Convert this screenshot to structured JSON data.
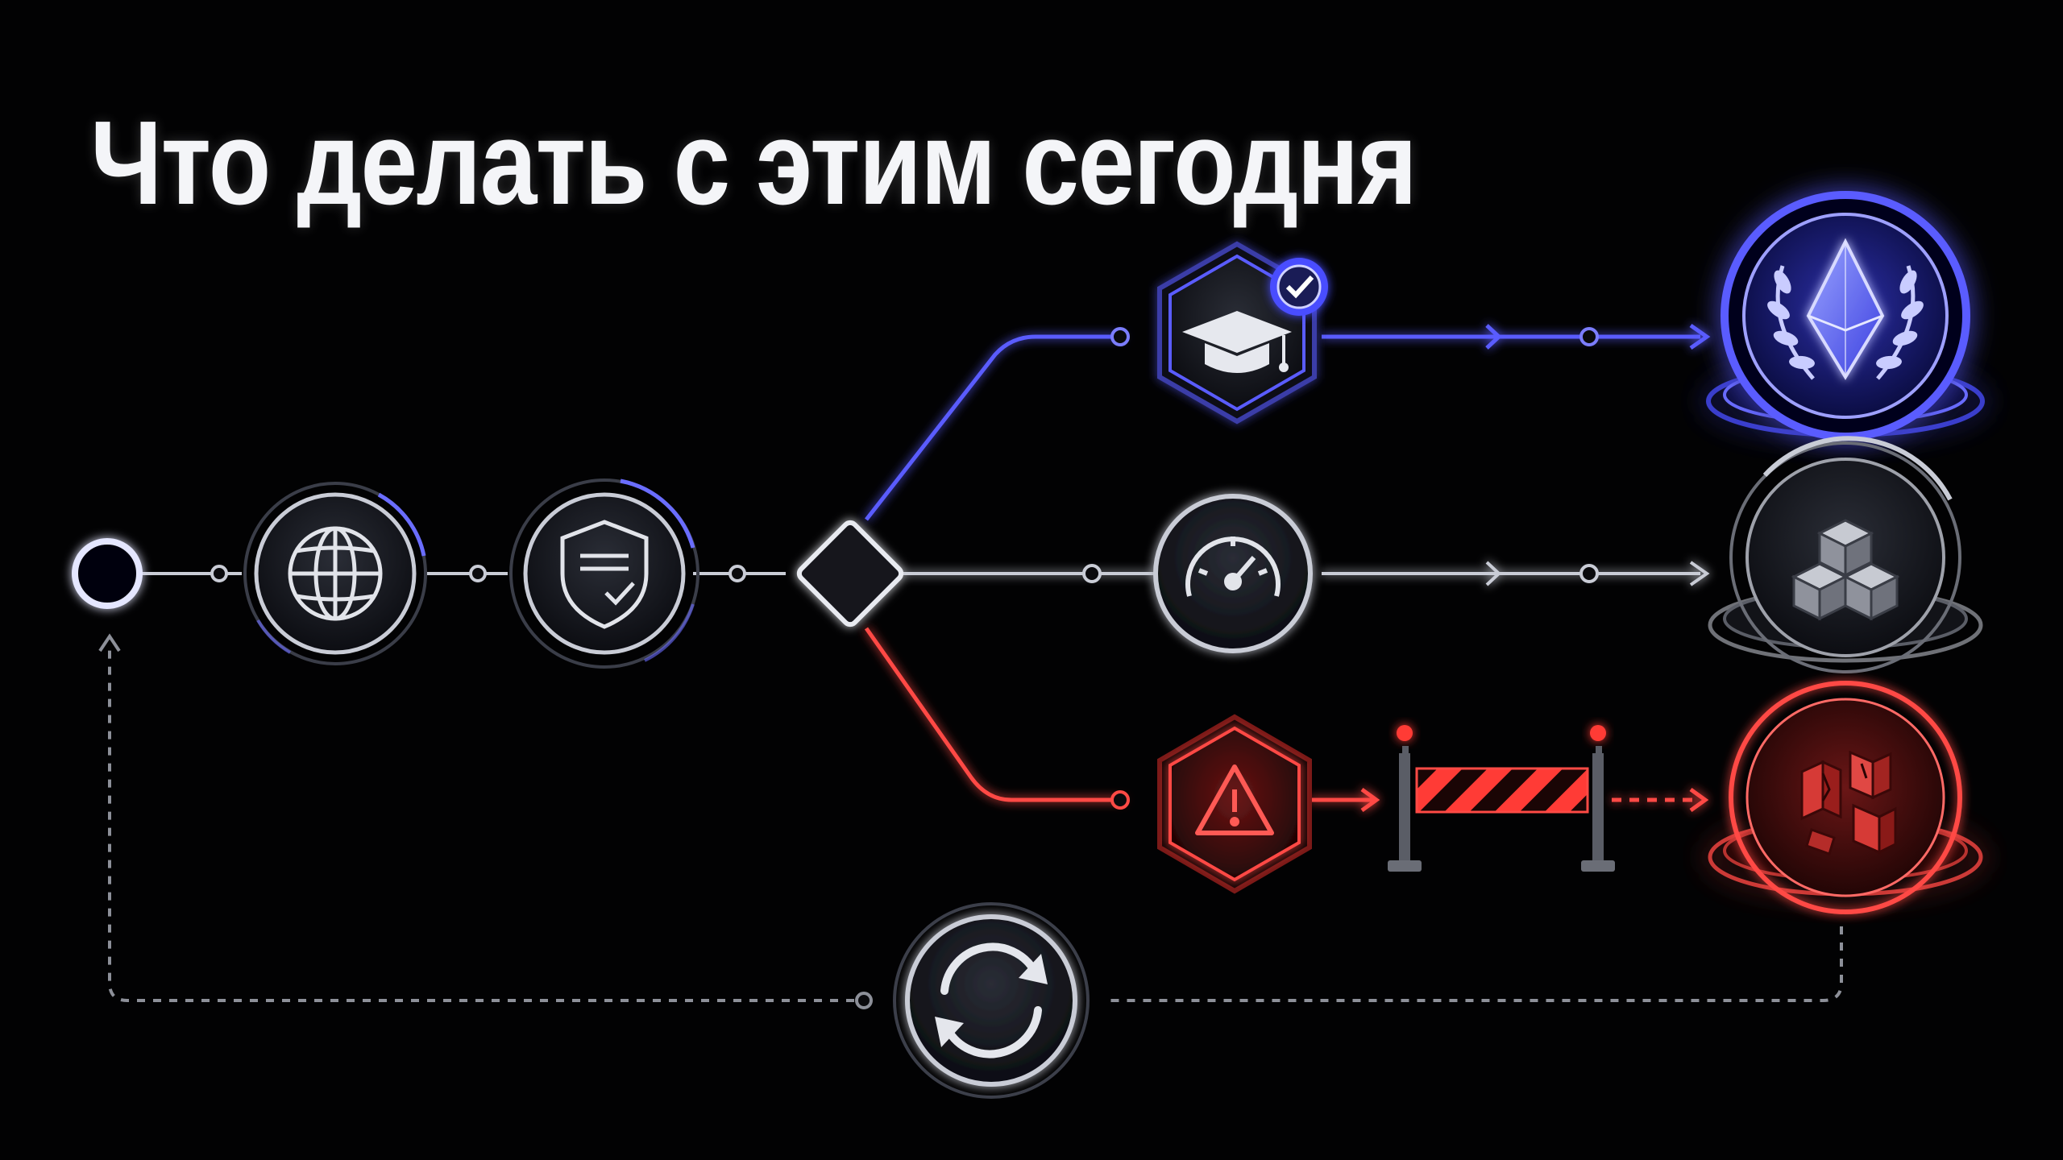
{
  "title": "Что делать с этим сегодня",
  "colors": {
    "background": "#020203",
    "blue": "#5a5cff",
    "grey": "#c9ccd6",
    "red": "#ff4a45",
    "loop": "#8d9099"
  },
  "nodes": [
    {
      "id": "start",
      "icon": "start-ring-icon",
      "interactable": true
    },
    {
      "id": "globe",
      "icon": "globe-icon",
      "interactable": true
    },
    {
      "id": "shield",
      "icon": "shield-check-icon",
      "interactable": true
    },
    {
      "id": "decision",
      "icon": "decision-diamond-icon",
      "interactable": true
    },
    {
      "id": "education",
      "icon": "graduation-cap-icon",
      "badge": "verified-check-icon",
      "path": "blue",
      "interactable": true
    },
    {
      "id": "premium",
      "icon": "crystal-laurel-icon",
      "path": "blue",
      "interactable": true
    },
    {
      "id": "speed",
      "icon": "speedometer-icon",
      "path": "grey",
      "interactable": true
    },
    {
      "id": "blocks",
      "icon": "cubes-icon",
      "path": "grey",
      "interactable": true
    },
    {
      "id": "warning",
      "icon": "warning-triangle-icon",
      "path": "red",
      "interactable": true
    },
    {
      "id": "barrier",
      "icon": "roadblock-barrier-icon",
      "path": "red",
      "interactable": false
    },
    {
      "id": "broken",
      "icon": "broken-cubes-icon",
      "path": "red",
      "interactable": true
    },
    {
      "id": "cycle",
      "icon": "refresh-cycle-icon",
      "path": "loop",
      "interactable": true
    }
  ],
  "paths": [
    "blue",
    "grey",
    "red",
    "loop"
  ]
}
